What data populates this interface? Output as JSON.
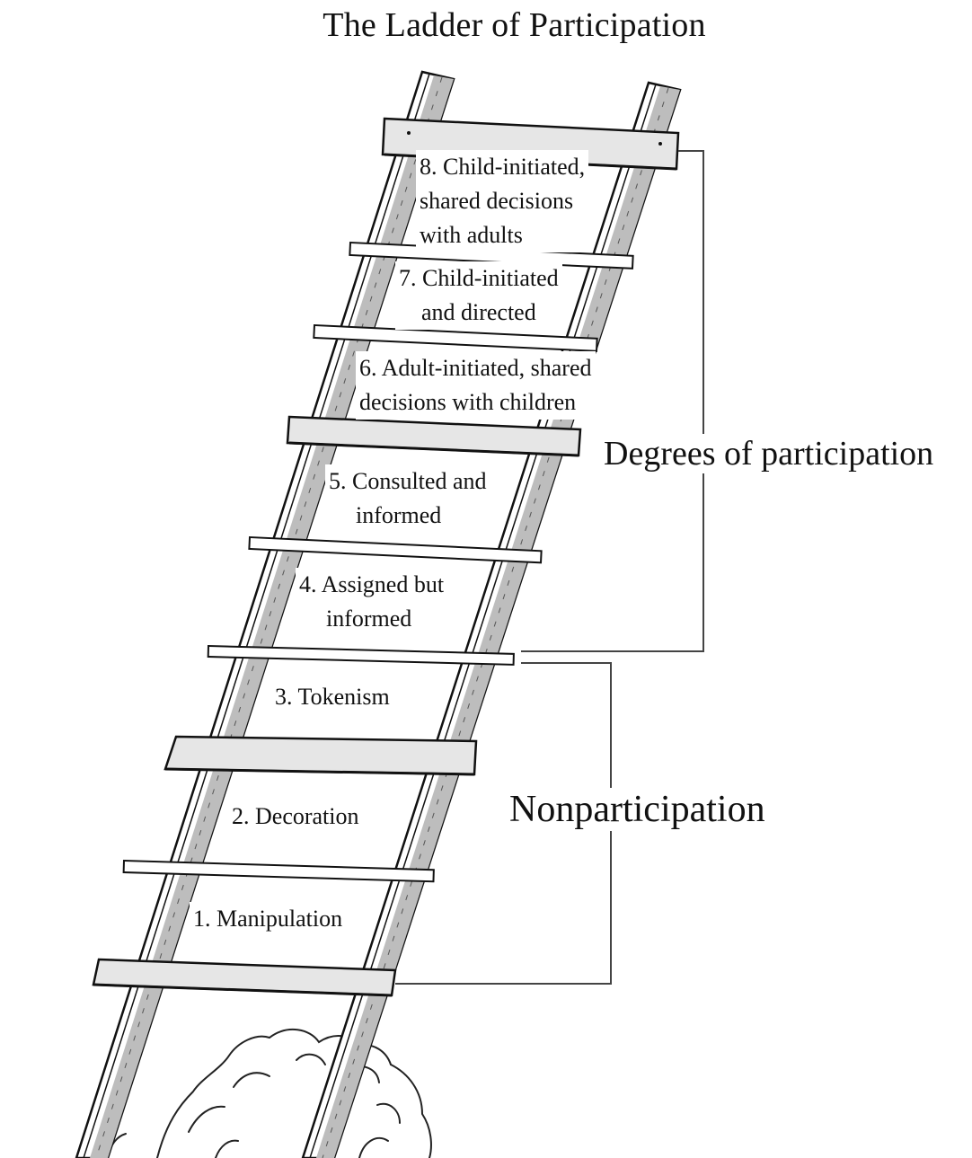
{
  "title": "The Ladder of Participation",
  "rungs": [
    {
      "number": 8,
      "lines": [
        "8. Child-initiated,",
        "shared decisions",
        "with adults"
      ]
    },
    {
      "number": 7,
      "lines": [
        "7. Child-initiated",
        "and directed"
      ]
    },
    {
      "number": 6,
      "lines": [
        "6. Adult-initiated, shared",
        "decisions with children"
      ]
    },
    {
      "number": 5,
      "lines": [
        "5. Consulted and",
        "informed"
      ]
    },
    {
      "number": 4,
      "lines": [
        "4. Assigned but",
        "informed"
      ]
    },
    {
      "number": 3,
      "lines": [
        "3. Tokenism"
      ]
    },
    {
      "number": 2,
      "lines": [
        "2. Decoration"
      ]
    },
    {
      "number": 1,
      "lines": [
        "1. Manipulation"
      ]
    }
  ],
  "groups": {
    "degrees": "Degrees of participation",
    "nonparticipation": "Nonparticipation"
  },
  "colors": {
    "ink": "#111111",
    "wood_shade": "#bdbdbd",
    "plank_fill": "#e6e6e6",
    "bracket": "#444444"
  }
}
